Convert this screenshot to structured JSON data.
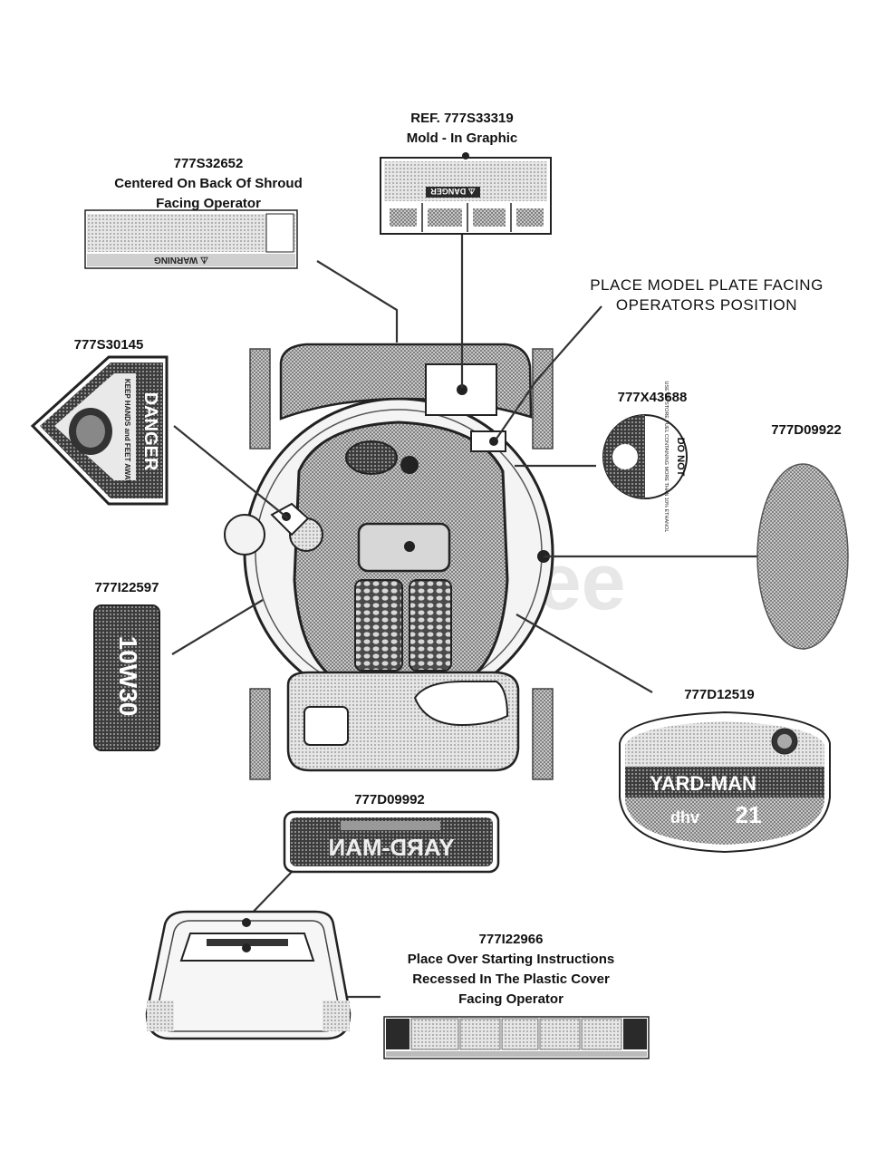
{
  "labels": {
    "ref_mold": {
      "part": "REF. 777S33319",
      "note": "Mold - In Graphic"
    },
    "shroud_label": {
      "part": "777S32652",
      "note1": "Centered On Back Of Shroud",
      "note2": "Facing Operator"
    },
    "model_plate": {
      "line1": "PLACE MODEL PLATE FACING",
      "line2": "OPERATORS POSITION"
    },
    "danger_hands": {
      "part": "777S30145"
    },
    "fuel_decal": {
      "part": "777X43688"
    },
    "oval_decal": {
      "part": "777D09922"
    },
    "oil_decal": {
      "part": "777I22597"
    },
    "yardman_dome": {
      "part": "777D12519"
    },
    "yardman_plate": {
      "part": "777D09992"
    },
    "start_instructions": {
      "part": "777I22966",
      "note1": "Place Over Starting Instructions",
      "note2": "Recessed In The Plastic Cover",
      "note3": "Facing Operator"
    }
  },
  "sticker_text": {
    "warning": "⚠ WARNING",
    "danger": "DANGER",
    "danger_keep": "KEEP HANDS and FEET AWAY",
    "danger_small": "⚠ DANGER",
    "fuel_do_not": "DO NOT",
    "fuel_body": "USE OR STORE FUEL CONTAINING MORE THAN 10% ETHANOL",
    "oil": "10W30",
    "brand": "YARD-MAN",
    "model_hp": "21",
    "model_dhv": "dhv",
    "brand_mirrored": "YARD-MAN",
    "watermark": "PartsTree"
  },
  "colors": {
    "ink": "#111111",
    "gray_fill": "#9a9a9a",
    "dark_fill": "#2a2a2a",
    "light_fill": "#d0d0d0"
  }
}
